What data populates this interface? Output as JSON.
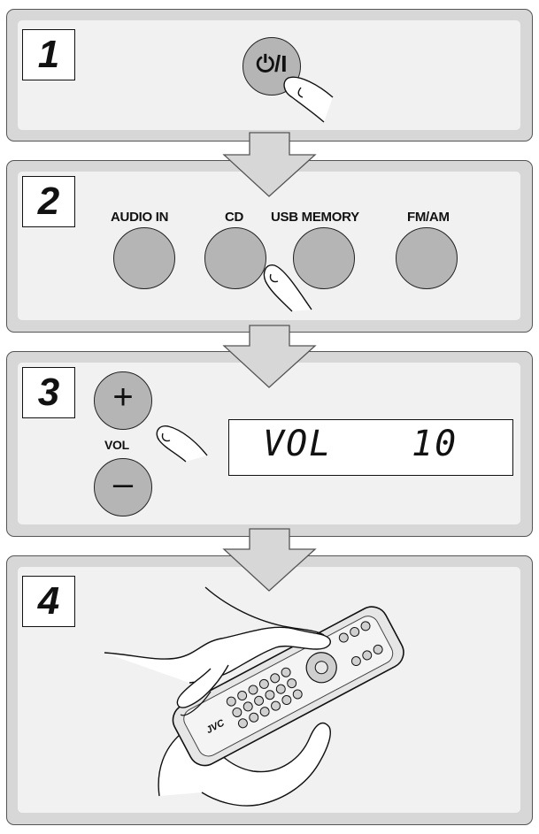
{
  "steps": [
    {
      "number": "1",
      "button_symbol": "⏻/I"
    },
    {
      "number": "2",
      "buttons": [
        "AUDIO IN",
        "CD",
        "USB MEMORY",
        "FM/AM"
      ]
    },
    {
      "number": "3",
      "plus": "+",
      "minus": "–",
      "vol_label": "VOL",
      "display_left": "VOL",
      "display_right": "10"
    },
    {
      "number": "4",
      "remote_brand": "JVC"
    }
  ],
  "colors": {
    "panel": "#d7d7d7",
    "inner": "#f1f1f1",
    "button": "#b5b5b5",
    "arrow": "#d7d7d7"
  }
}
